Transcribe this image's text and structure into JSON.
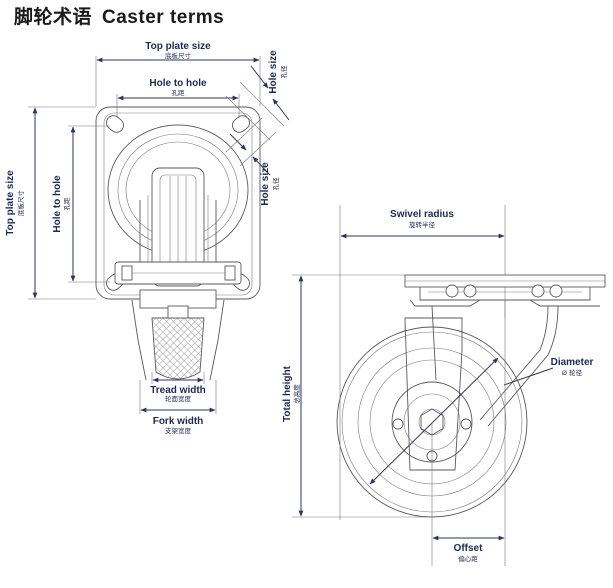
{
  "title": {
    "cn": "脚轮术语",
    "en": "Caster terms"
  },
  "labels": {
    "top_plate_size_top": {
      "en": "Top plate size",
      "cn": "底板尺寸"
    },
    "hole_to_hole_top": {
      "en": "Hole to hole",
      "cn": "孔距"
    },
    "hole_size_upper": {
      "en": "Hole size",
      "cn": "孔径"
    },
    "hole_size_lower": {
      "en": "Hole size",
      "cn": "孔径"
    },
    "top_plate_size_left": {
      "en": "Top plate size",
      "cn": "底板尺寸"
    },
    "hole_to_hole_left": {
      "en": "Hole to hole",
      "cn": "孔距"
    },
    "tread_width": {
      "en": "Tread width",
      "cn": "轮面宽度"
    },
    "fork_width": {
      "en": "Fork width",
      "cn": "支架宽度"
    },
    "swivel_radius": {
      "en": "Swivel radius",
      "cn": "旋转半径"
    },
    "total_height": {
      "en": "Total height",
      "cn": "总高度"
    },
    "diameter": {
      "en": "Diameter",
      "cn": "Ø 轮径"
    },
    "offset": {
      "en": "Offset",
      "cn": "偏心距"
    }
  },
  "colors": {
    "dimension": "#1c2a55",
    "part_line": "#5a5a5a",
    "hatch": "#8a8a8a"
  }
}
